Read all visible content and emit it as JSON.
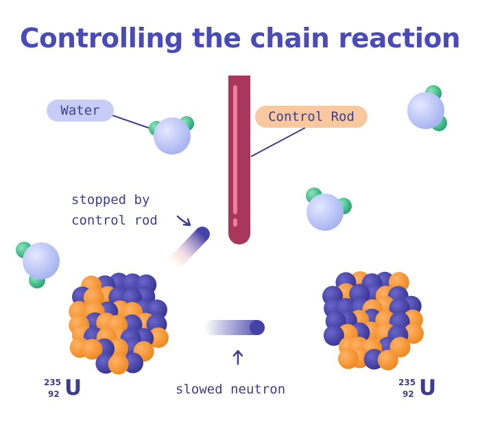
{
  "title": "Controlling the chain reaction",
  "labels": {
    "water": "Water",
    "control_rod": "Control Rod",
    "stopped_line1": "stopped by",
    "stopped_line2": "control rod",
    "slowed_neutron": "slowed neutron"
  },
  "isotope": {
    "mass_number": "235",
    "atomic_number": "92",
    "symbol": "U"
  },
  "colors": {
    "title": "#4a4ab8",
    "text": "#3d3d8f",
    "water_pill": "#c8cdf7",
    "rod_pill": "#f9c89f",
    "rod": "#a8385b",
    "rod_highlight": "#f07ca0",
    "oxygen": "#b8c4f6",
    "hydrogen": "#3fbf8a",
    "proton": "#f7932f",
    "neutron": "#4542a8"
  }
}
